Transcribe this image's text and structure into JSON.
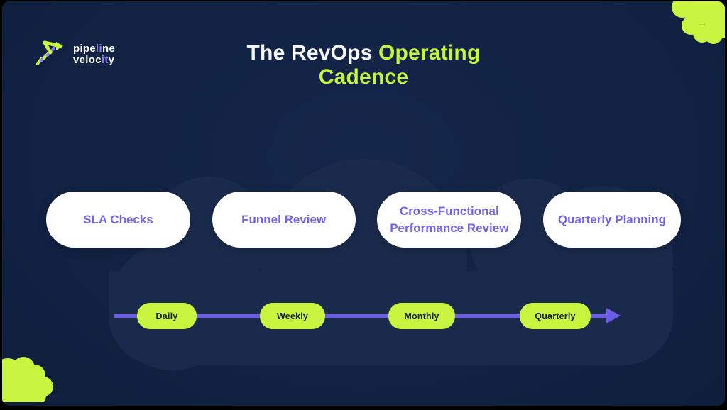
{
  "brand": {
    "line1_pre": "pipe",
    "line1_accent": "li",
    "line1_post": "ne",
    "line2_pre": "veloc",
    "line2_accent": "it",
    "line2_post": "y"
  },
  "title": {
    "line1_white": "The RevOps",
    "line1_accent": "Operating",
    "line2_accent": "Cadence"
  },
  "stages": [
    {
      "label": "SLA Checks"
    },
    {
      "label": "Funnel Review"
    },
    {
      "label": "Cross-Functional Performance Review"
    },
    {
      "label": "Quarterly Planning"
    }
  ],
  "timeline": {
    "labels": [
      "Daily",
      "Weekly",
      "Monthly",
      "Quarterly"
    ]
  },
  "icons": {
    "logo": "arrow-growth-icon",
    "timeline_end": "arrow-right-icon",
    "corners": "cloud-blob-decoration"
  },
  "colors": {
    "background_navy": "#112141",
    "background_cloud": "#192a4c",
    "lime": "#c9f43f",
    "title_lime": "#c6f53d",
    "purple_text": "#7365eb",
    "timeline_purple": "#6c5ce7",
    "pill_white": "#ffffff",
    "timeline_label_navy": "#13223f"
  }
}
